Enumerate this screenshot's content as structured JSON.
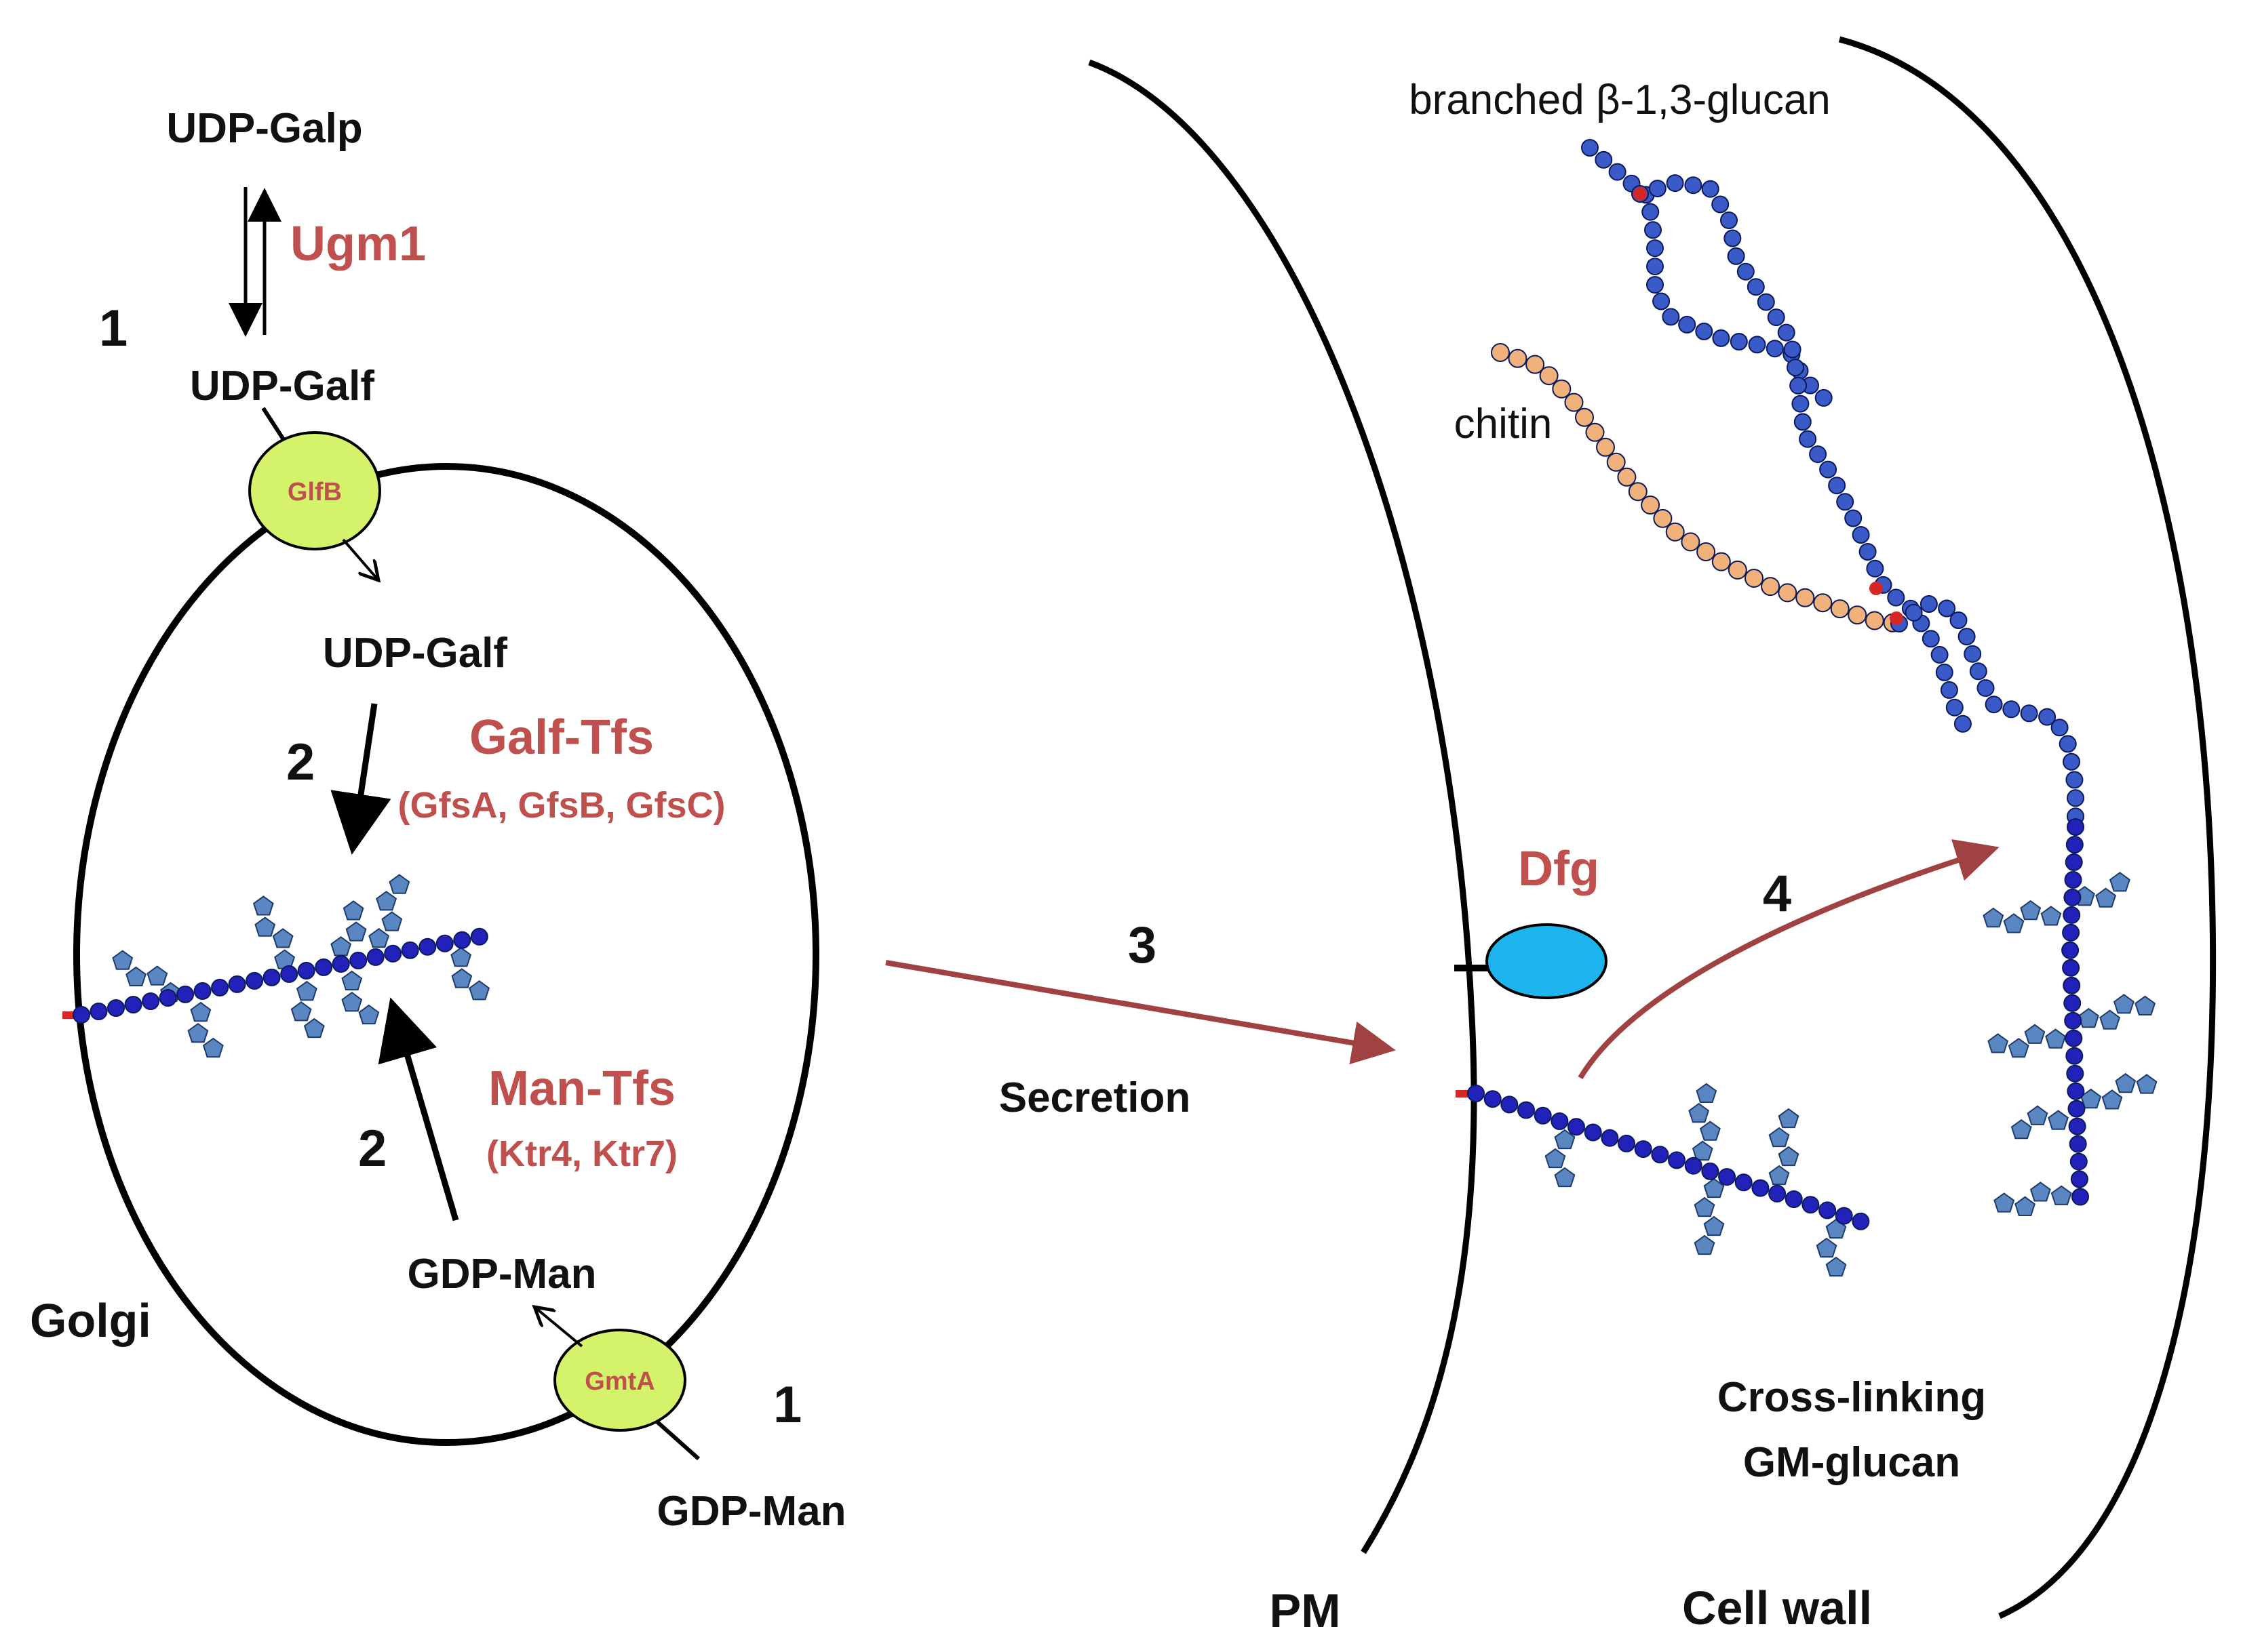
{
  "colors": {
    "enzyme_text": "#c0504d",
    "enzyme_blob": "#d4f26a",
    "glucan_bead": "#3a5ac8",
    "mannan_bead": "#2222bb",
    "galf_side": "#5a86c2",
    "chitin_bead": "#f0b27a",
    "branch_point": "#d62728",
    "dfg_blob": "#1eb4ee",
    "secretion_arrow": "#a14242",
    "outline": "#000000"
  },
  "labels": {
    "udp_galp": "UDP-Galp",
    "ugm1": "Ugm1",
    "step1_top": "1",
    "udp_galf_top": "UDP-Galf",
    "glfb": "GlfB",
    "udp_galf_inner": "UDP-Galf",
    "step2_top": "2",
    "galf_tfs": "Galf-Tfs",
    "galf_tfs_members": "(GfsA, GfsB, GfsC)",
    "man_tfs": "Man-Tfs",
    "man_tfs_members": "(Ktr4, Ktr7)",
    "step2_bottom": "2",
    "gdp_man_inner": "GDP-Man",
    "golgi": "Golgi",
    "gmta": "GmtA",
    "step1_bottom": "1",
    "gdp_man_outer": "GDP-Man",
    "step3": "3",
    "secretion": "Secretion",
    "dfg": "Dfg",
    "step4": "4",
    "branched_glucan": "branched β-1,3-glucan",
    "chitin": "chitin",
    "cross_linking": "Cross-linking",
    "gm_glucan": "GM-glucan",
    "pm": "PM",
    "cell_wall": "Cell  wall"
  }
}
